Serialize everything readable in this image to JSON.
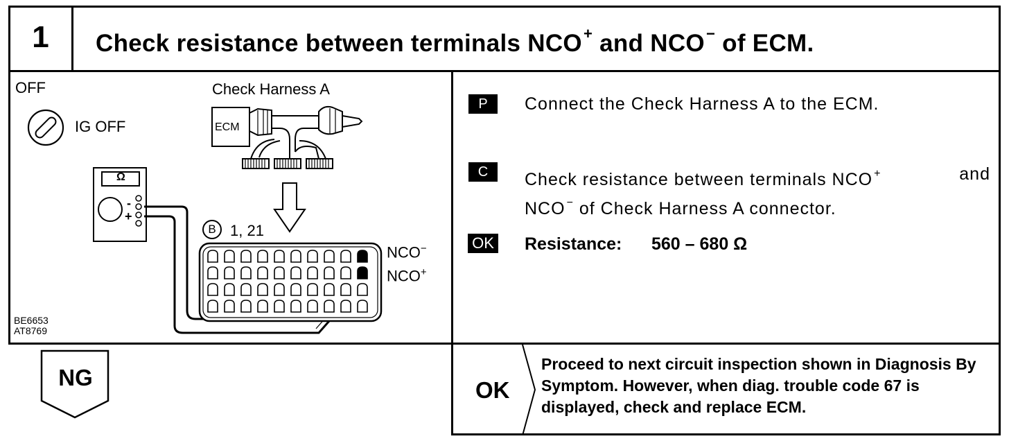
{
  "step": {
    "number": "1",
    "title": "Check resistance between terminals NCO",
    "title_plus": "+",
    "title_mid": " and NCO",
    "title_minus": "−",
    "title_end": " of ECM."
  },
  "illustration": {
    "off_label": "OFF",
    "ig_off_label": "IG OFF",
    "harness_label": "Check Harness A",
    "ecm_label": "ECM",
    "ohm_symbol": "Ω",
    "meter_minus": "-",
    "meter_plus": "+",
    "connector_letter": "B",
    "terminal_numbers": "1, 21",
    "nco_minus": "NCO",
    "nco_minus_sign": "−",
    "nco_plus": "NCO",
    "nco_plus_sign": "+",
    "code_1": "BE6653",
    "code_2": "AT8769"
  },
  "instructions": {
    "p_tag": "P",
    "p_text": "Connect the Check Harness A to the ECM.",
    "c_tag": "C",
    "c_text_1": "Check resistance between terminals NCO",
    "c_sup_plus": "+",
    "c_text_2": " and",
    "c_text_3": "NCO",
    "c_sup_minus": "−",
    "c_text_4": " of Check Harness A connector.",
    "ok_tag": "OK",
    "resistance_label": "Resistance:",
    "resistance_value": "560 – 680 Ω"
  },
  "results": {
    "ng_label": "NG",
    "ok_label": "OK",
    "ok_text": "Proceed to next circuit inspection shown in Diagnosis By Symptom. However, when diag. trouble code 67 is displayed, check and replace ECM."
  }
}
